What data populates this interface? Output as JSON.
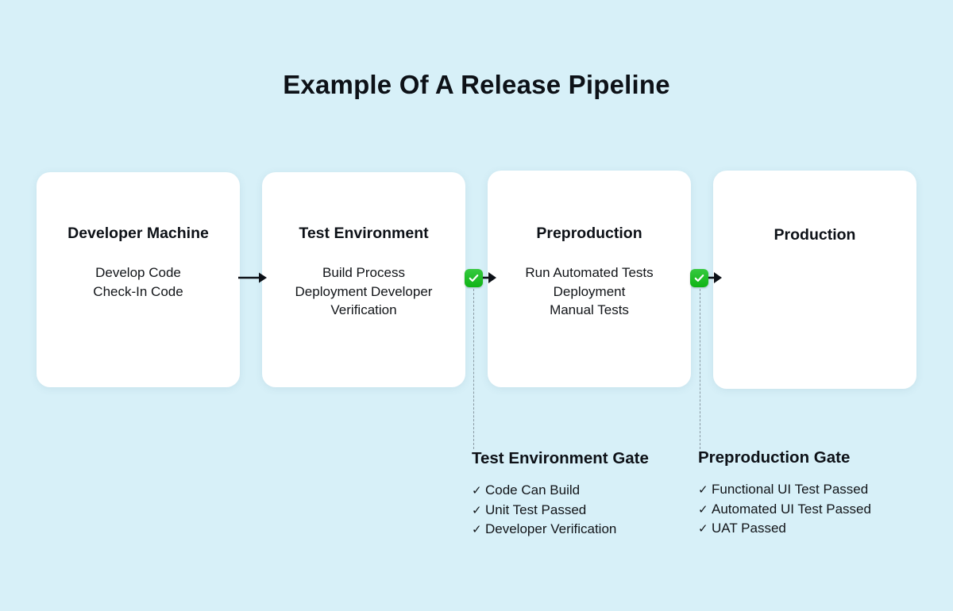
{
  "page": {
    "title": "Example Of A Release Pipeline",
    "background_color": "#d7f0f8",
    "card_color": "#ffffff",
    "accent_color": "#0fb415",
    "text_color": "#0d1117"
  },
  "stages": [
    {
      "name": "Developer Machine",
      "items_text": "Develop Code\nCheck-In Code",
      "items": [
        "Develop Code",
        "Check-In Code"
      ]
    },
    {
      "name": "Test Environment",
      "items_text": "Build Process\nDeployment Developer\nVerification",
      "items": [
        "Build Process",
        "Deployment Developer",
        "Verification"
      ]
    },
    {
      "name": "Preproduction",
      "items_text": "Run Automated Tests\nDeployment\nManual Tests",
      "items": [
        "Run Automated Tests",
        "Deployment",
        "Manual Tests"
      ]
    },
    {
      "name": "Production",
      "items_text": "",
      "items": []
    }
  ],
  "connectors": [
    {
      "icon": "arrow-right-icon",
      "gate": false
    },
    {
      "icon": "arrow-right-icon",
      "gate": true,
      "badge_icon": "green-check-badge-icon"
    },
    {
      "icon": "arrow-right-icon",
      "gate": true,
      "badge_icon": "green-check-badge-icon"
    }
  ],
  "gates": [
    {
      "title": "Test Environment Gate",
      "check_glyph": "✓",
      "criteria": [
        "Code Can Build",
        "Unit Test Passed",
        "Developer Verification"
      ]
    },
    {
      "title": "Preproduction Gate",
      "check_glyph": "✓",
      "criteria": [
        "Functional UI Test Passed",
        "Automated UI Test Passed",
        "UAT Passed"
      ]
    }
  ]
}
